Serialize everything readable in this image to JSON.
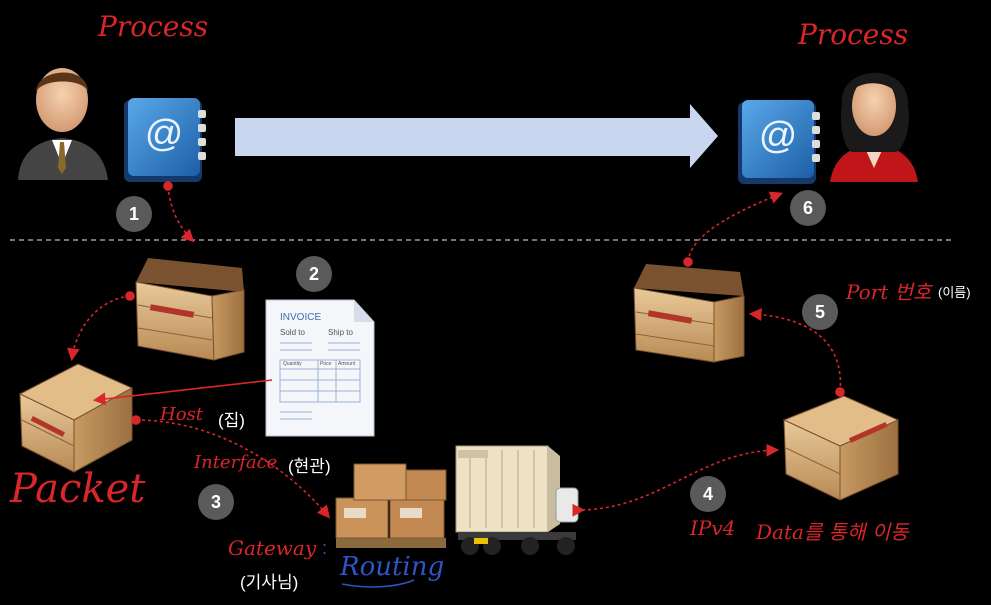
{
  "labels": {
    "process_left": "Process",
    "process_right": "Process",
    "host": "Host",
    "host_ko": "(집)",
    "interface": "Interface",
    "interface_ko": "(현관)",
    "gateway": "Gateway",
    "gateway_ko": "(기사님)",
    "routing": "Routing",
    "packet": "Packet",
    "port": "Port 번호",
    "port_ko": "(이름)",
    "ipv4": "IPv4",
    "ipv4_desc": "Data를 통해 이동"
  },
  "steps": [
    "1",
    "2",
    "3",
    "4",
    "5",
    "6"
  ],
  "invoice": {
    "title": "INVOICE",
    "sold_to": "Sold to",
    "ship_to": "Ship to",
    "col_quantity": "Quantity",
    "col_price": "Price",
    "col_amount": "Amount"
  },
  "colors": {
    "background": "#000000",
    "annotation_red": "#d9262a",
    "routing_blue": "#2f54c8",
    "arrow_fill": "#c9d6ef",
    "badge_gray": "#5a5a5a"
  },
  "icons": [
    "businessman-icon",
    "businesswoman-icon",
    "address-book-icon",
    "crate-icon",
    "invoice-icon",
    "pallet-boxes-icon",
    "container-truck-icon"
  ]
}
